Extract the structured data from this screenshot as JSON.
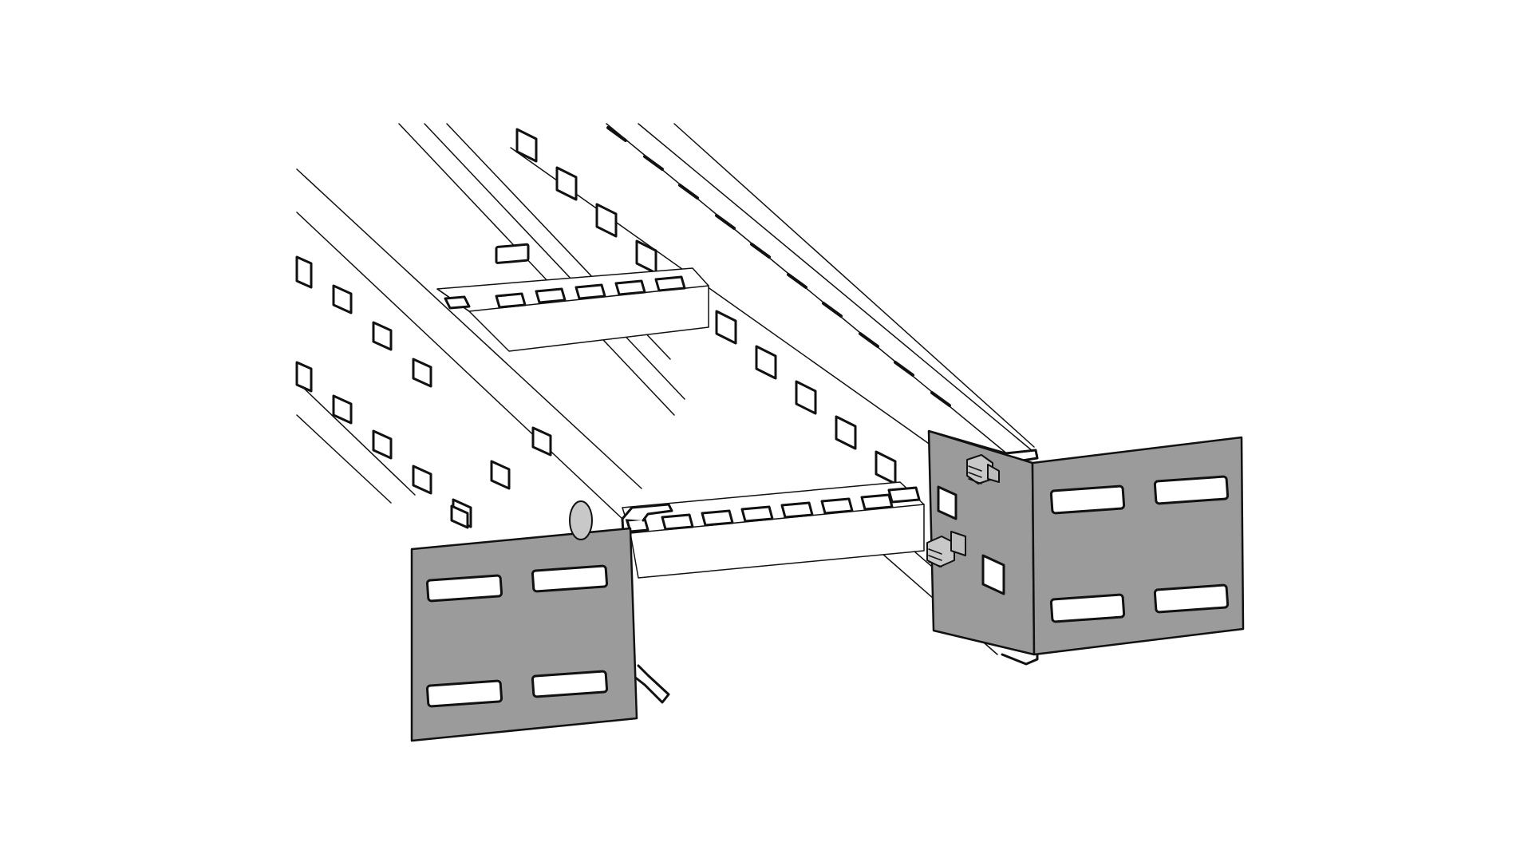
{
  "figure": {
    "description_text": "",
    "colors": {
      "background": "#ffffff",
      "outline": "#111111",
      "rail_fill": "#ffffff",
      "plate_fill": "#9b9b9b",
      "bolt_fill": "#c8c8c8",
      "slot_fill": "#ffffff"
    },
    "icons": [
      "cable-ladder",
      "splice-plate",
      "hex-bolt"
    ]
  }
}
